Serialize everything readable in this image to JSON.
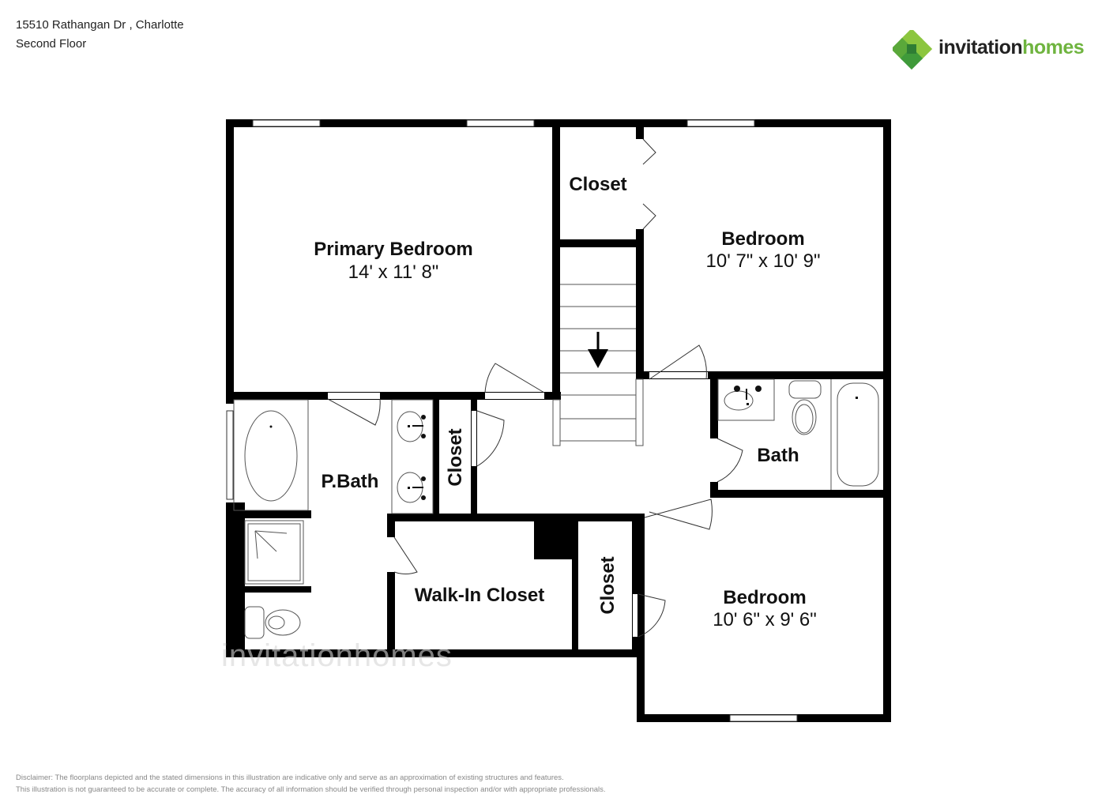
{
  "header": {
    "address": "15510 Rathangan Dr , Charlotte",
    "floor": "Second Floor"
  },
  "logo": {
    "word1": "invitation",
    "word2": "homes",
    "icon": "clover-diamond-logo-icon",
    "brand_green": "#6fb43f",
    "brand_dark_green": "#3f9a3a"
  },
  "watermark": "invitationhomes",
  "rooms": {
    "primary_bedroom": {
      "name": "Primary Bedroom",
      "dims": "14' x 11' 8\""
    },
    "closet_top": {
      "name": "Closet"
    },
    "bedroom_ne": {
      "name": "Bedroom",
      "dims": "10' 7\" x 10' 9\""
    },
    "pbath": {
      "name": "P.Bath"
    },
    "closet_pbath": {
      "name": "Closet"
    },
    "bath": {
      "name": "Bath"
    },
    "walkin": {
      "name": "Walk-In Closet"
    },
    "closet_mid": {
      "name": "Closet"
    },
    "bedroom_se": {
      "name": "Bedroom",
      "dims": "10' 6\" x 9' 6\""
    }
  },
  "colors": {
    "wall": "#000000",
    "fixture_line": "#555555",
    "background": "#ffffff"
  },
  "disclaimer": {
    "line1": "Disclaimer: The floorplans depicted and the stated dimensions in this illustration are indicative only and serve as an approximation of existing structures and features.",
    "line2": "This illustration is not guaranteed to be accurate or complete. The accuracy of all information should be verified through personal inspection and/or with appropriate professionals."
  }
}
